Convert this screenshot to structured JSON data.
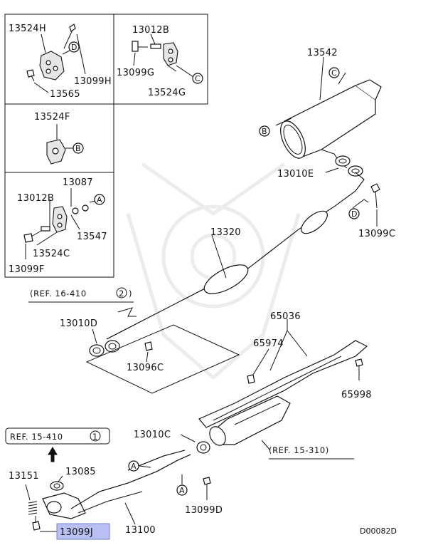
{
  "diagram": {
    "id": "D00082D",
    "parts": {
      "p13524H": "13524H",
      "p13099H": "13099H",
      "p13565": "13565",
      "p13012B_top": "13012B",
      "p13099G": "13099G",
      "p13524G": "13524G",
      "p13524F": "13524F",
      "p13087": "13087",
      "p13012B_box": "13012B",
      "p13547": "13547",
      "p13524C": "13524C",
      "p13099F": "13099F",
      "p13542": "13542",
      "p13010E": "13010E",
      "p13099C": "13099C",
      "p13320": "13320",
      "p13010D": "13010D",
      "p13096C": "13096C",
      "p65036": "65036",
      "p65974": "65974",
      "p65998": "65998",
      "p13010C": "13010C",
      "p13151": "13151",
      "p13085": "13085",
      "p13099D": "13099D",
      "p13100": "13100",
      "p13099J": "13099J"
    },
    "refs": {
      "ref_16_410_a": "(REF. 16-410",
      "ref_16_410_num": "2",
      "ref_16_410_b": ")",
      "ref_15_410": "REF. 15-410",
      "ref_15_410_num": "1",
      "ref_15_310": "(REF. 15-310)"
    },
    "callouts": {
      "A": "A",
      "B": "B",
      "C": "C",
      "D": "D"
    },
    "highlight_color": "#b8bff2"
  }
}
